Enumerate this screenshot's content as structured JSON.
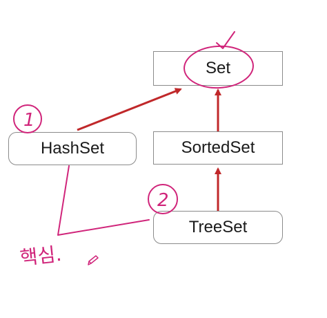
{
  "nodes": {
    "set": "Set",
    "sorted_set": "SortedSet",
    "hash_set": "HashSet",
    "tree_set": "TreeSet"
  },
  "annotations": {
    "circle_one": "1",
    "circle_two": "2",
    "note": "핵심."
  },
  "colors": {
    "arrow": "#c0282a",
    "annotation": "#d0247a",
    "box_border": "#8a8a8a"
  }
}
